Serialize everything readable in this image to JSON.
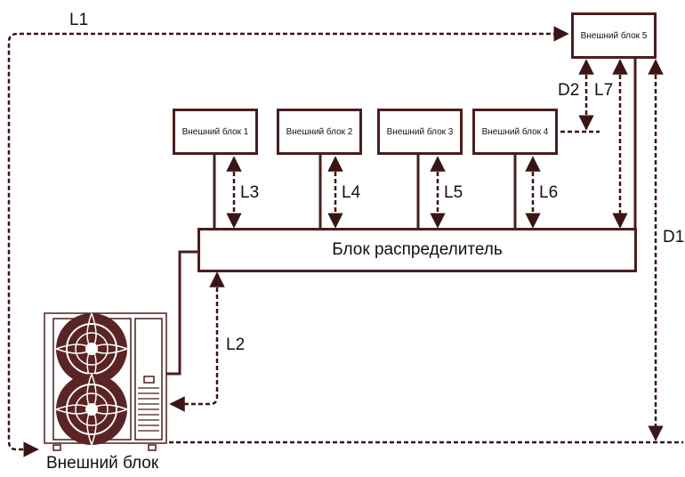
{
  "indoor_units": [
    {
      "label": "Внешний блок 1"
    },
    {
      "label": "Внешний блок 2"
    },
    {
      "label": "Внешний блок 3"
    },
    {
      "label": "Внешний блок 4"
    },
    {
      "label": "Внешний блок 5"
    }
  ],
  "distributor": {
    "label": "Блок распределитель"
  },
  "outdoor_unit": {
    "label": "Внешний блок"
  },
  "distances": {
    "L1": "L1",
    "L2": "L2",
    "L3": "L3",
    "L4": "L4",
    "L5": "L5",
    "L6": "L6",
    "L7": "L7",
    "D1": "D1",
    "D2": "D2"
  },
  "colors": {
    "pipe": "#4a1d1d",
    "fan": "#5a2424"
  }
}
